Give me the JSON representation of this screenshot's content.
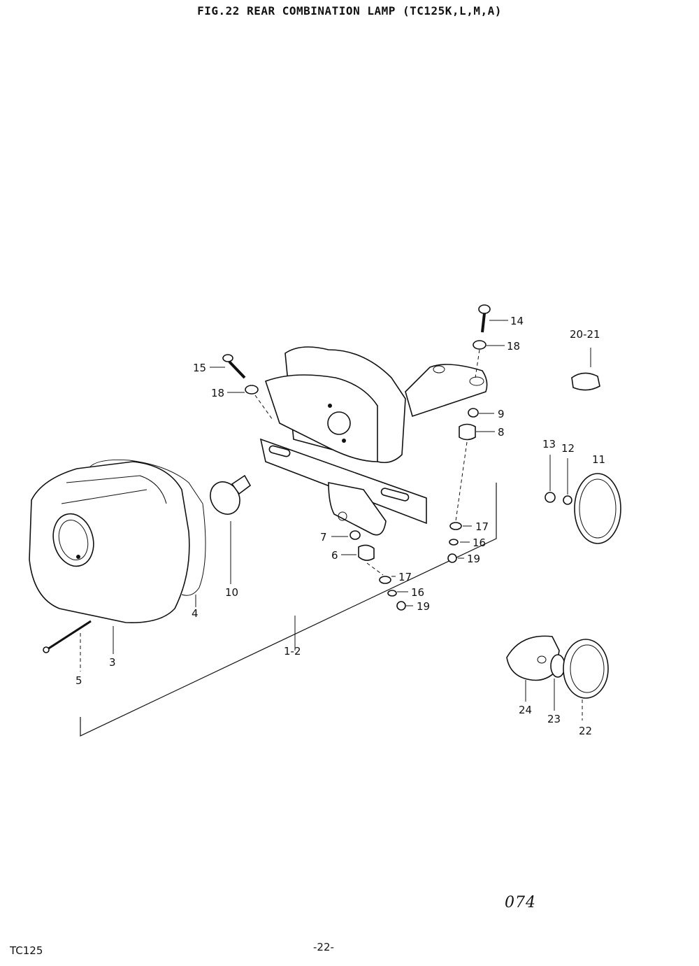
{
  "title": "FIG.22 REAR COMBINATION LAMP (TC125K,L,M,A)",
  "footer": {
    "model": "TC125",
    "page": "-22-",
    "sheet": "074"
  },
  "callouts": [
    {
      "id": "c14",
      "text": "14"
    },
    {
      "id": "c18a",
      "text": "18"
    },
    {
      "id": "c2021",
      "text": "20-21"
    },
    {
      "id": "c15",
      "text": "15"
    },
    {
      "id": "c18b",
      "text": "18"
    },
    {
      "id": "c9",
      "text": "9"
    },
    {
      "id": "c8",
      "text": "8"
    },
    {
      "id": "c13",
      "text": "13"
    },
    {
      "id": "c12",
      "text": "12"
    },
    {
      "id": "c11",
      "text": "11"
    },
    {
      "id": "c17a",
      "text": "17"
    },
    {
      "id": "c16a",
      "text": "16"
    },
    {
      "id": "c19a",
      "text": "19"
    },
    {
      "id": "c7",
      "text": "7"
    },
    {
      "id": "c6",
      "text": "6"
    },
    {
      "id": "c17b",
      "text": "17"
    },
    {
      "id": "c16b",
      "text": "16"
    },
    {
      "id": "c19b",
      "text": "19"
    },
    {
      "id": "c10",
      "text": "10"
    },
    {
      "id": "c4",
      "text": "4"
    },
    {
      "id": "c3",
      "text": "3"
    },
    {
      "id": "c5",
      "text": "5"
    },
    {
      "id": "c12b",
      "text": "1-2"
    },
    {
      "id": "c24",
      "text": "24"
    },
    {
      "id": "c23",
      "text": "23"
    },
    {
      "id": "c22",
      "text": "22"
    }
  ]
}
